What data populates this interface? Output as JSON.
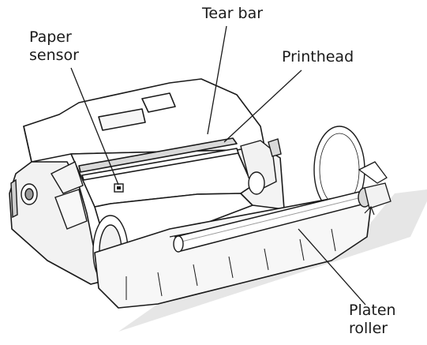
{
  "diagram": {
    "callouts": {
      "tear_bar": {
        "text": "Tear bar"
      },
      "paper_sensor": {
        "line1": "Paper",
        "line2": "sensor"
      },
      "printhead": {
        "text": "Printhead"
      },
      "platen_roller": {
        "line1": "Platen",
        "line2": "roller"
      }
    },
    "colors": {
      "outline": "#1a1a1a",
      "shadow": "#e6e6e6",
      "shade": "#d9d9d9",
      "dark_shade": "#9a9a9a",
      "background": "#ffffff"
    }
  }
}
